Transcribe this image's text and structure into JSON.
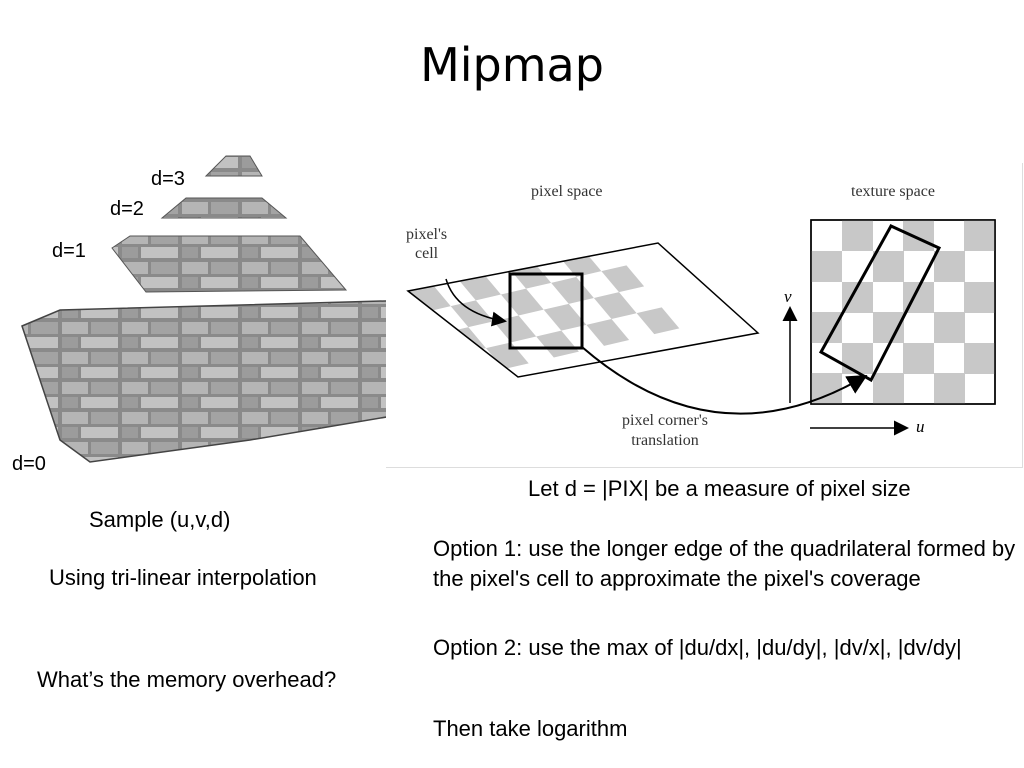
{
  "slide": {
    "title": "Mipmap",
    "pyramid_labels": {
      "d3": "d=3",
      "d2": "d=2",
      "d1": "d=1",
      "d0": "d=0"
    },
    "figure": {
      "pixel_space": "pixel space",
      "texture_space": "texture space",
      "pixels_cell_line1": "pixel's",
      "pixels_cell_line2": "cell",
      "corner_line1": "pixel corner's",
      "corner_line2": "translation",
      "v_axis": "v",
      "u_axis": "u"
    },
    "texts": {
      "let_d": "Let d = |PIX| be a measure of pixel size",
      "sample": "Sample (u,v,d)",
      "option1": "Option 1: use the longer edge of the quadrilateral formed by the pixel's cell to approximate the pixel's coverage",
      "trilinear": "Using tri-linear interpolation",
      "option2": "Option 2: use the max of |du/dx|, |du/dy|, |dv/x|, |dv/dy|",
      "memory": "What’s the memory overhead?",
      "logarithm": "Then take logarithm"
    }
  }
}
